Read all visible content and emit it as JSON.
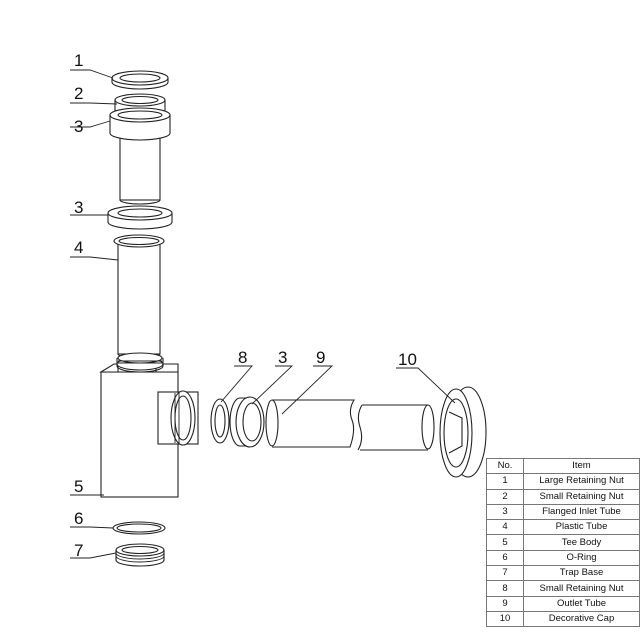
{
  "diagram": {
    "callouts": [
      "1",
      "2",
      "3",
      "3",
      "4",
      "5",
      "6",
      "7",
      "8",
      "3",
      "9",
      "10"
    ]
  },
  "parts_table": {
    "headers": {
      "no": "No.",
      "item": "Item"
    },
    "rows": [
      {
        "no": "1",
        "item": "Large Retaining Nut"
      },
      {
        "no": "2",
        "item": "Small Retaining Nut"
      },
      {
        "no": "3",
        "item": "Flanged Inlet Tube"
      },
      {
        "no": "4",
        "item": "Plastic Tube"
      },
      {
        "no": "5",
        "item": "Tee Body"
      },
      {
        "no": "6",
        "item": "O-Ring"
      },
      {
        "no": "7",
        "item": "Trap Base"
      },
      {
        "no": "8",
        "item": "Small Retaining Nut"
      },
      {
        "no": "9",
        "item": "Outlet Tube"
      },
      {
        "no": "10",
        "item": "Decorative Cap"
      }
    ]
  }
}
